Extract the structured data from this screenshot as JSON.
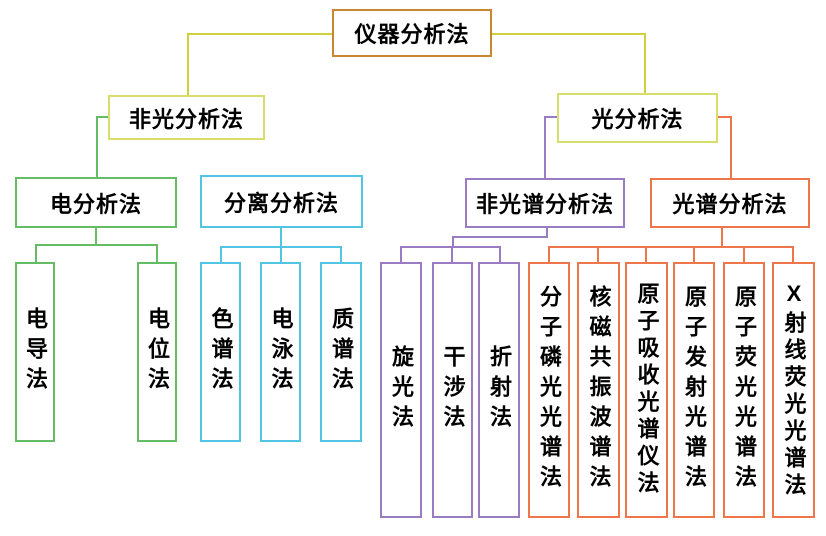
{
  "tree": {
    "root": {
      "label": "仪器分析法"
    },
    "branches": {
      "non_optical": {
        "label": "非光分析法"
      },
      "optical": {
        "label": "光分析法"
      },
      "electro": {
        "label": "电分析法"
      },
      "separation": {
        "label": "分离分析法"
      },
      "non_spectral": {
        "label": "非光谱分析法"
      },
      "spectral": {
        "label": "光谱分析法"
      }
    },
    "leaves": {
      "electro": [
        {
          "label": "电导法"
        },
        {
          "label": "电位法"
        }
      ],
      "separation": [
        {
          "label": "色谱法"
        },
        {
          "label": "电泳法"
        },
        {
          "label": "质谱法"
        }
      ],
      "non_spectral": [
        {
          "label": "旋光法"
        },
        {
          "label": "干涉法"
        },
        {
          "label": "折射法"
        }
      ],
      "spectral": [
        {
          "label": "分子磷光光谱法"
        },
        {
          "label": "核磁共振波谱法"
        },
        {
          "label": "原子吸收光谱仪法"
        },
        {
          "label": "原子发射光谱法"
        },
        {
          "label": "原子荧光光谱法"
        },
        {
          "label": "X射线荧光光谱法"
        }
      ]
    },
    "colors": {
      "root_border": "#c9882f",
      "level1_border": "#d9dd6b",
      "root_connector": "#d0d03c",
      "electro_green": "#64bd64",
      "separation_cyan": "#52c5e5",
      "non_spectral_purple": "#9b7cc3",
      "spectral_orange": "#ed764a",
      "text": "#000000",
      "background": "#ffffff"
    }
  }
}
